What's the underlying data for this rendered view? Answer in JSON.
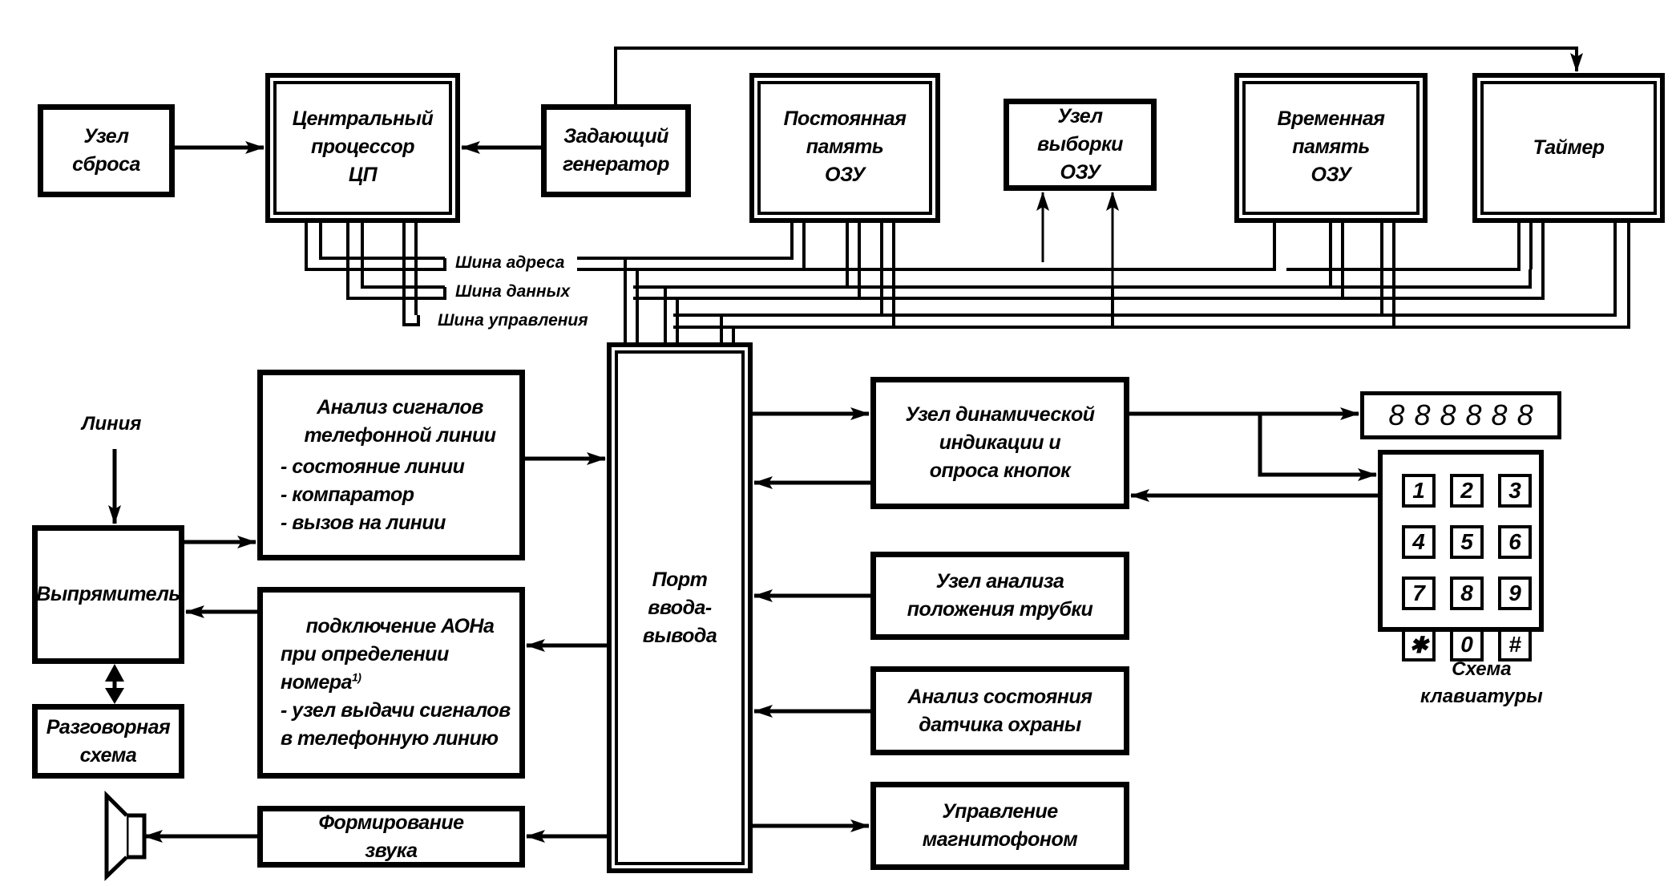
{
  "blocks": {
    "reset": [
      "Узел",
      "сброса"
    ],
    "cpu": [
      "Центральный",
      "процессор",
      "ЦП"
    ],
    "clock": [
      "Задающий",
      "генератор"
    ],
    "rom": [
      "Постоянная",
      "память",
      "ОЗУ"
    ],
    "ram_select": [
      "Узел",
      "выборки",
      "ОЗУ"
    ],
    "ram": [
      "Временная",
      "память",
      "ОЗУ"
    ],
    "timer": [
      "Таймер"
    ],
    "io_port": [
      "Порт",
      "ввода-",
      "вывода"
    ],
    "line_analysis": {
      "title": [
        "Анализ сигналов",
        "телефонной линии"
      ],
      "items": [
        "- состояние линии",
        "- компаратор",
        "- вызов на линии"
      ]
    },
    "rectifier": [
      "Выпрямитель"
    ],
    "aon": {
      "lines": [
        "подключение АОНа",
        "при определении",
        "номера"
      ],
      "footnote": "1)",
      "items": [
        "- узел выдачи сигналов",
        "в телефонную линию"
      ]
    },
    "speech": [
      "Разговорная",
      "схема"
    ],
    "sound": [
      "Формирование",
      "звука"
    ],
    "dyn_indication": [
      "Узел динамической",
      "индикации и",
      "опроса кнопок"
    ],
    "handset": [
      "Узел анализа",
      "положения трубки"
    ],
    "alarm": [
      "Анализ состояния",
      "датчика охраны"
    ],
    "recorder": [
      "Управление",
      "магнитофоном"
    ]
  },
  "labels": {
    "line": "Линия",
    "bus_address": "Шина адреса",
    "bus_data": "Шина данных",
    "bus_control": "Шина управления",
    "keyboard": [
      "Схема",
      "клавиатуры"
    ]
  },
  "display_digits": [
    "8",
    "8",
    "8",
    "8",
    "8",
    "8"
  ],
  "keypad_keys": [
    "1",
    "2",
    "3",
    "4",
    "5",
    "6",
    "7",
    "8",
    "9",
    "✱",
    "0",
    "#"
  ],
  "icons": {
    "speaker": "speaker-icon"
  }
}
